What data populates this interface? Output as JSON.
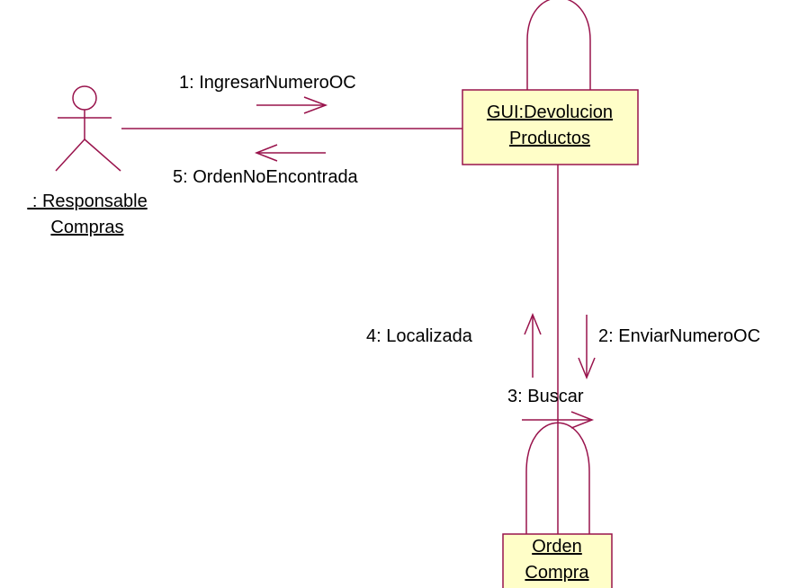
{
  "colors": {
    "line": "#99134c",
    "object_fill": "#fffec8",
    "object_border": "#99134c",
    "text": "#000000"
  },
  "actor": {
    "icon": "stick-figure-actor-icon",
    "name_line1": " : Responsable",
    "name_line2": "Compras"
  },
  "objects": {
    "gui": {
      "line1": "GUI:Devolucion",
      "line2": "Productos"
    },
    "orden": {
      "line1": "Orden",
      "line2": "Compra"
    }
  },
  "messages": {
    "m1": "1: IngresarNumeroOC",
    "m2": "2: EnviarNumeroOC",
    "m3": "3: Buscar",
    "m4": "4: Localizada",
    "m5": "5: OrdenNoEncontrada"
  }
}
